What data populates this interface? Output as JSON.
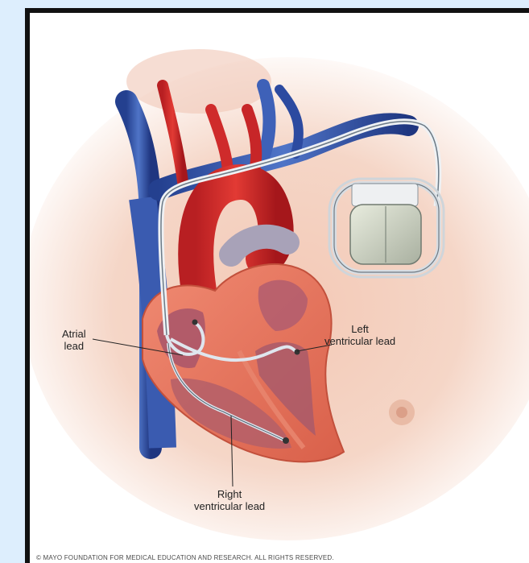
{
  "labels": {
    "atrial_lead": [
      "Atrial",
      "lead"
    ],
    "left_ventricular_lead": [
      "Left",
      "ventricular lead"
    ],
    "right_ventricular_lead": [
      "Right",
      "ventricular lead"
    ]
  },
  "copyright": "© MAYO FOUNDATION FOR MEDICAL EDUCATION AND RESEARCH. ALL RIGHTS RESERVED."
}
